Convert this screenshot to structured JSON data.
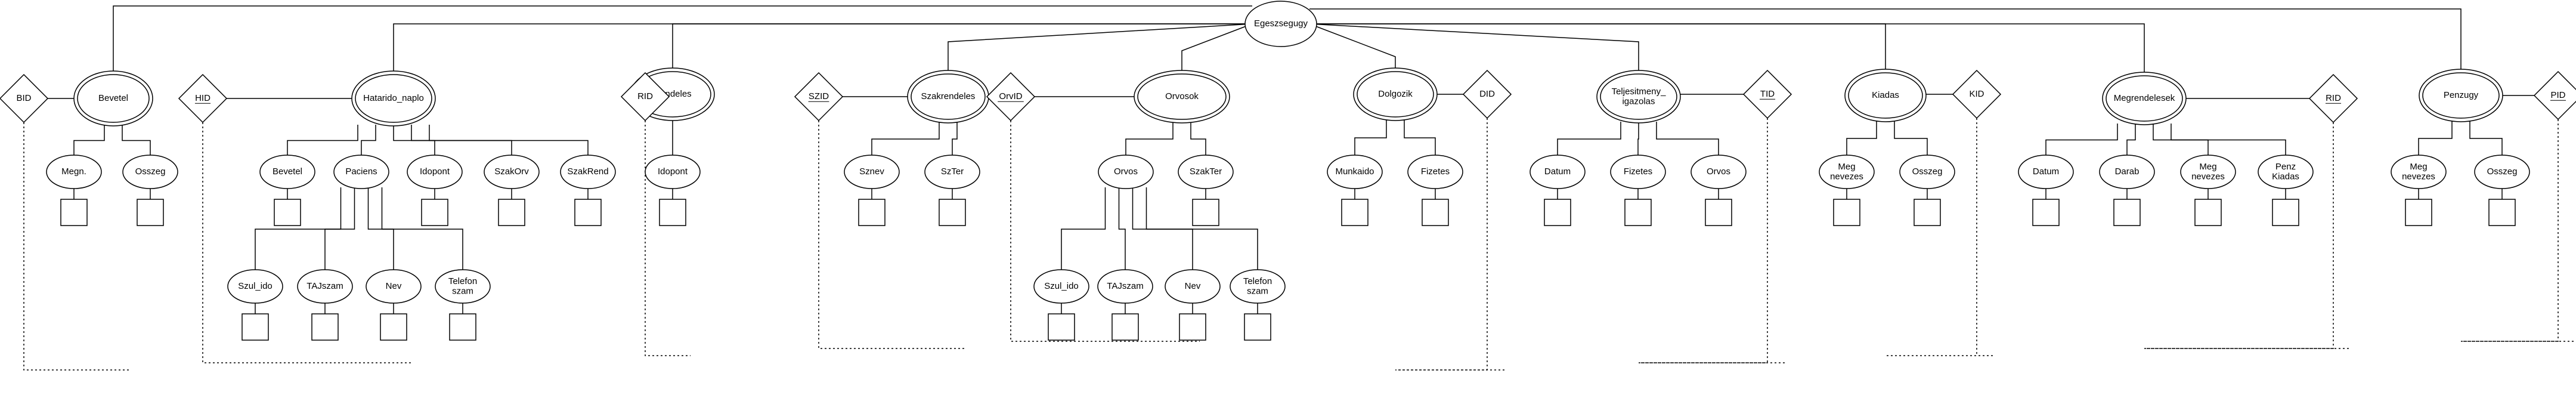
{
  "root": {
    "label": "Egeszsegugy"
  },
  "entities": [
    {
      "key": "bevetel",
      "label": "Bevetel"
    },
    {
      "key": "hataridonaplo",
      "label": "Hatarido_naplo"
    },
    {
      "key": "rendeles",
      "label": "Rendeles"
    },
    {
      "key": "szakrendeles",
      "label": "Szakrendeles"
    },
    {
      "key": "orvosok",
      "label": "Orvosok"
    },
    {
      "key": "dolgozik",
      "label": "Dolgozik"
    },
    {
      "key": "teljesitmeny",
      "label": "Teljesitmeny_\nigazolas"
    },
    {
      "key": "kiadas",
      "label": "Kiadas"
    },
    {
      "key": "megrendelesek",
      "label": "Megrendelesek"
    },
    {
      "key": "penzugy",
      "label": "Penzugy"
    }
  ],
  "keys": [
    {
      "key": "bid",
      "label": "BID",
      "underline": false
    },
    {
      "key": "hid",
      "label": "HID",
      "underline": true
    },
    {
      "key": "rid",
      "label": "RID",
      "underline": false
    },
    {
      "key": "szid",
      "label": "SZID",
      "underline": true
    },
    {
      "key": "orvid",
      "label": "OrvID",
      "underline": true
    },
    {
      "key": "did",
      "label": "DID",
      "underline": false
    },
    {
      "key": "tid",
      "label": "TID",
      "underline": true
    },
    {
      "key": "kid",
      "label": "KID",
      "underline": false
    },
    {
      "key": "rid2",
      "label": "RID",
      "underline": true
    },
    {
      "key": "pid",
      "label": "PID",
      "underline": true
    }
  ],
  "attributes": [
    {
      "key": "megn",
      "label": "Megn."
    },
    {
      "key": "osszeg1",
      "label": "Osszeg"
    },
    {
      "key": "bevetel2",
      "label": "Bevetel"
    },
    {
      "key": "paciens",
      "label": "Paciens"
    },
    {
      "key": "idopont1",
      "label": "Idopont"
    },
    {
      "key": "szakorv",
      "label": "SzakOrv"
    },
    {
      "key": "szakrend",
      "label": "SzakRend"
    },
    {
      "key": "szulido1",
      "label": "Szul_ido"
    },
    {
      "key": "tajszam1",
      "label": "TAJszam"
    },
    {
      "key": "nev1",
      "label": "Nev"
    },
    {
      "key": "telefon1",
      "label": "Telefon\nszam"
    },
    {
      "key": "idopont2",
      "label": "Idopont"
    },
    {
      "key": "sznev",
      "label": "Sznev"
    },
    {
      "key": "szter",
      "label": "SzTer"
    },
    {
      "key": "orvos1",
      "label": "Orvos"
    },
    {
      "key": "szakter",
      "label": "SzakTer"
    },
    {
      "key": "szulido2",
      "label": "Szul_ido"
    },
    {
      "key": "tajszam2",
      "label": "TAJszam"
    },
    {
      "key": "nev2",
      "label": "Nev"
    },
    {
      "key": "telefon2",
      "label": "Telefon\nszam"
    },
    {
      "key": "munkaido",
      "label": "Munkaido"
    },
    {
      "key": "fizetes1",
      "label": "Fizetes"
    },
    {
      "key": "datum1",
      "label": "Datum"
    },
    {
      "key": "fizetes2",
      "label": "Fizetes"
    },
    {
      "key": "orvos2",
      "label": "Orvos"
    },
    {
      "key": "megnev1",
      "label": "Meg\nnevezes"
    },
    {
      "key": "osszeg2",
      "label": "Osszeg"
    },
    {
      "key": "datum2",
      "label": "Datum"
    },
    {
      "key": "darab",
      "label": "Darab"
    },
    {
      "key": "megnev2",
      "label": "Meg\nnevezes"
    },
    {
      "key": "penzkiadas",
      "label": "Penz\nKiadas"
    },
    {
      "key": "megnev3",
      "label": "Meg\nnevezes"
    },
    {
      "key": "osszeg3",
      "label": "Osszeg"
    }
  ]
}
